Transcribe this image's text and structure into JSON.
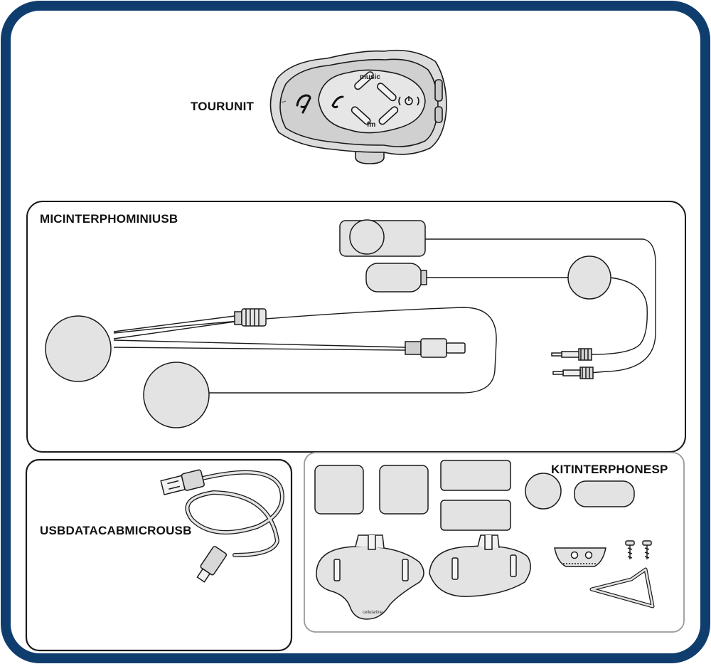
{
  "labels": {
    "tourunit": "TOURUNIT",
    "mic_kit": "MICINTERPHOMINIUSB",
    "usb_cable": "USBDATACABMICROUSB",
    "kit_sp": "KITINTERPHONESP"
  },
  "device": {
    "music_label": "music",
    "fm_label": "fm",
    "phone_icon": "phone-icon",
    "power_icon": "power-icon",
    "brand_icon": "brand-logo-icon"
  },
  "mount": {
    "logo_text": "cellularline"
  },
  "colors": {
    "frame_border": "#0f3d6e",
    "part_fill": "#e3e3e3",
    "outline": "#1a1a1a",
    "kit_border": "#9a9a9a"
  }
}
